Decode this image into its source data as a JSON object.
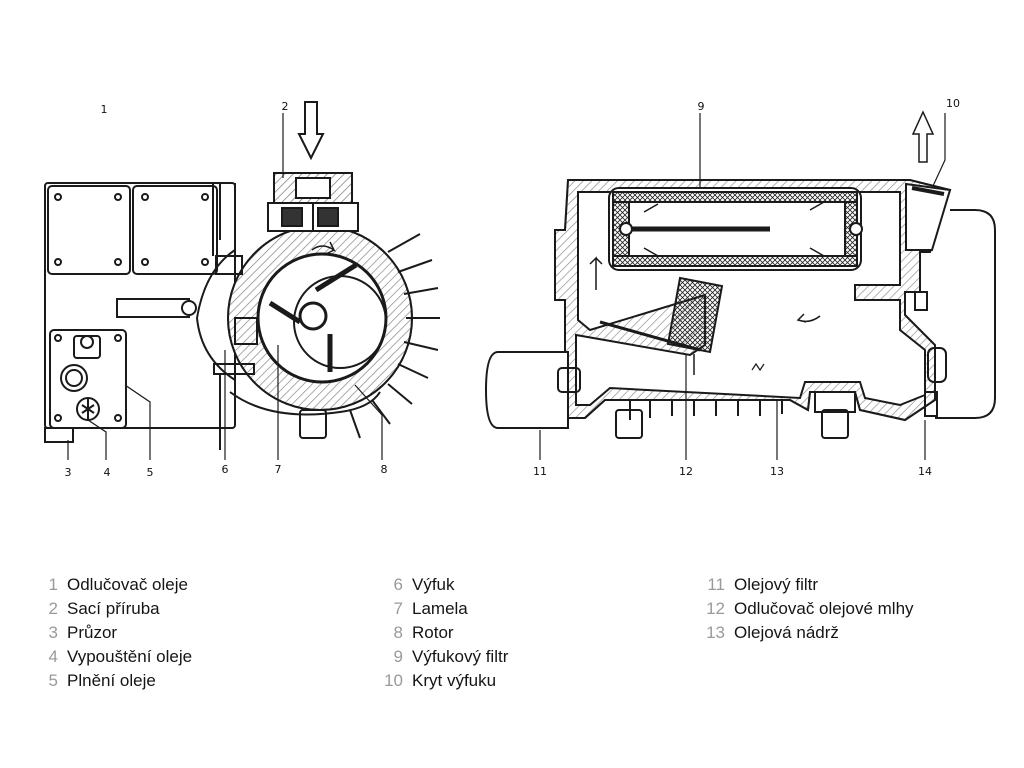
{
  "callouts": {
    "c1": "1",
    "c2": "2",
    "c3": "3",
    "c4": "4",
    "c5": "5",
    "c6": "6",
    "c7": "7",
    "c8": "8",
    "c9": "9",
    "c10": "10",
    "c11": "11",
    "c12": "12",
    "c13": "13",
    "c14": "14"
  },
  "legend": {
    "col1": [
      {
        "num": "1",
        "label": "Odlučovač oleje"
      },
      {
        "num": "2",
        "label": "Sací příruba"
      },
      {
        "num": "3",
        "label": "Průzor"
      },
      {
        "num": "4",
        "label": "Vypouštění oleje"
      },
      {
        "num": "5",
        "label": "Plnění oleje"
      }
    ],
    "col2": [
      {
        "num": "6",
        "label": "Výfuk"
      },
      {
        "num": "7",
        "label": "Lamela"
      },
      {
        "num": "8",
        "label": "Rotor"
      },
      {
        "num": "9",
        "label": "Výfukový filtr"
      },
      {
        "num": "10",
        "label": "Kryt výfuku"
      }
    ],
    "col3": [
      {
        "num": "11",
        "label": "Olejový filtr"
      },
      {
        "num": "12",
        "label": "Odlučovač olejové mlhy"
      },
      {
        "num": "13",
        "label": "Olejová nádrž"
      }
    ]
  },
  "colors": {
    "line": "#1a1a1a",
    "legend_number": "#9a9a9a",
    "legend_text": "#151515"
  }
}
